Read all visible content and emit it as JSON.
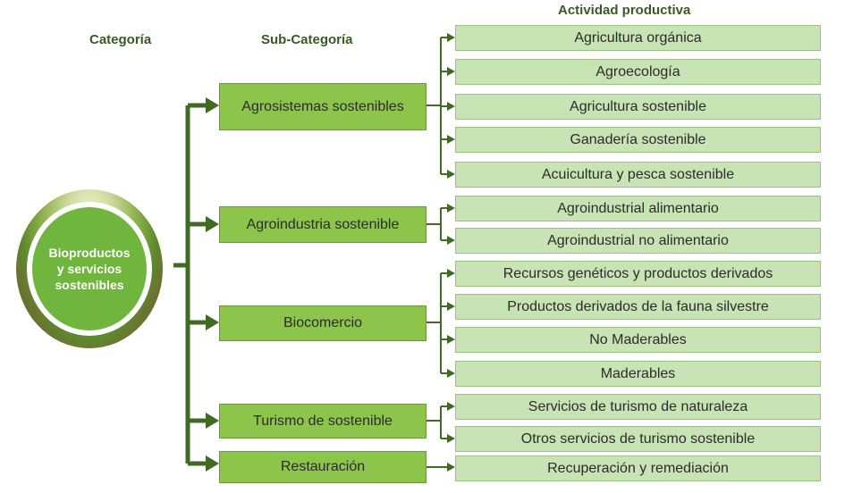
{
  "headers": {
    "category": "Categoría",
    "subcategory": "Sub-Categoría",
    "activity": "Actividad productiva"
  },
  "category": {
    "label": "Bioproductos\ny servicios\nsostenibles"
  },
  "subcategories": [
    {
      "label": "Agrosistemas sostenibles",
      "activities": [
        "Agricultura orgánica",
        "Agroecología",
        "Agricultura sostenible",
        "Ganadería sostenible",
        "Acuicultura y pesca sostenible"
      ]
    },
    {
      "label": "Agroindustria sostenible",
      "activities": [
        "Agroindustrial alimentario",
        "Agroindustrial no alimentario"
      ]
    },
    {
      "label": "Biocomercio",
      "activities": [
        "Recursos genéticos y productos derivados",
        "Productos derivados de la fauna silvestre",
        "No Maderables",
        "Maderables"
      ]
    },
    {
      "label": "Turismo de sostenible",
      "activities": [
        "Servicios de turismo de naturaleza",
        "Otros servicios de turismo sostenible"
      ]
    },
    {
      "label": "Restauración",
      "activities": [
        "Recuperación y remediación"
      ]
    }
  ],
  "colors": {
    "connector": "#3f6b22",
    "subcategory_fill": "#8dc44c",
    "activity_fill": "#c8e4b4",
    "category_fill": "#6fb53e"
  }
}
